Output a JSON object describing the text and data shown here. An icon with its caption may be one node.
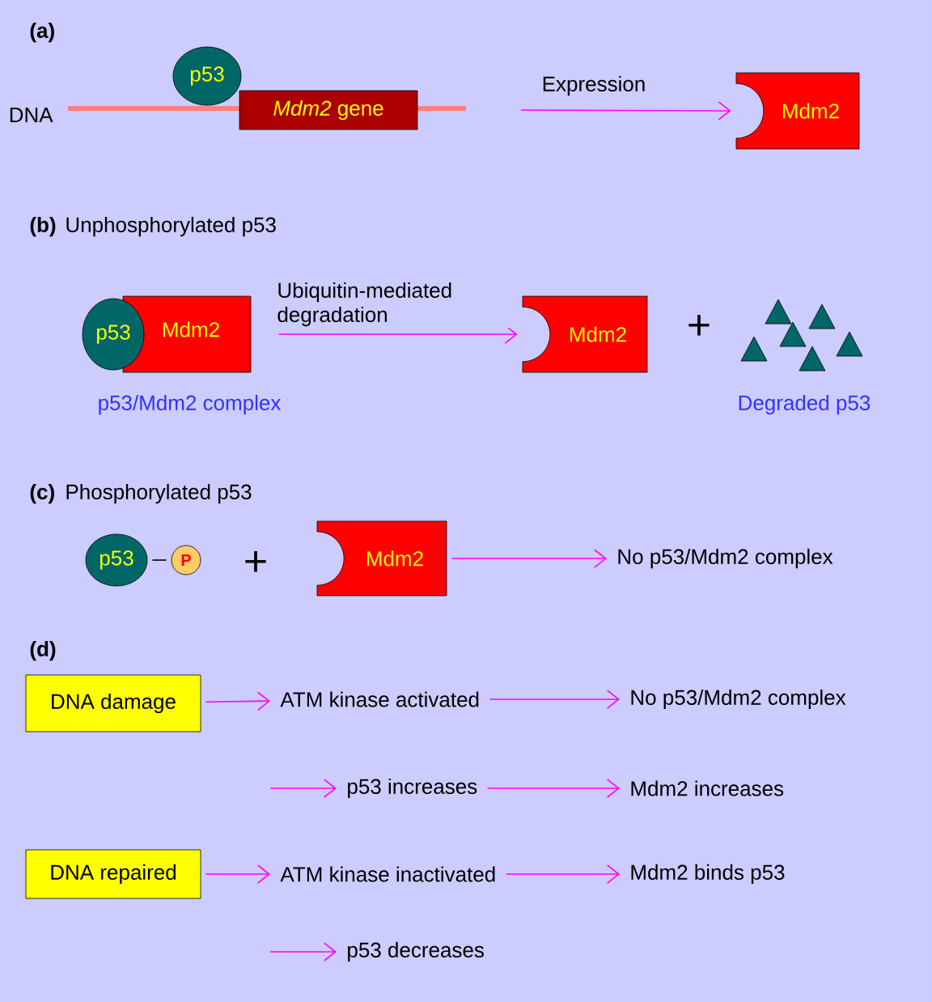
{
  "diagram": {
    "nodes": [
      {
        "text": [
          "p53"
        ]
      },
      {
        "text": [
          "*Mdm2* gene"
        ]
      },
      {
        "text": [
          "Mdm2"
        ]
      },
      {
        "text": [
          "p53",
          "Mdm2"
        ],
        "beside": [
          "p53/Mdm2 complex"
        ]
      },
      {
        "text": [
          "Mdm2"
        ]
      },
      {
        "text": [],
        "shape": "triangle",
        "beside": [
          "Degraded p53"
        ]
      },
      {
        "text": [
          "p53"
        ]
      },
      {
        "text": [
          "P"
        ]
      },
      {
        "text": [
          "Mdm2"
        ]
      },
      {
        "text": [
          "No p53/Mdm2 complex"
        ]
      },
      {
        "text": [
          "DNA damage"
        ]
      },
      {
        "text": [
          "ATM kinase activated"
        ]
      },
      {
        "text": [
          "No p53/Mdm2 complex"
        ]
      },
      {
        "text": [
          "p53 increases"
        ]
      },
      {
        "text": [
          "Mdm2 increases"
        ]
      },
      {
        "text": [
          "DNA repaired"
        ]
      },
      {
        "text": [
          "ATM kinase inactivated"
        ]
      },
      {
        "text": [
          "Mdm2 binds p53"
        ]
      },
      {
        "text": [
          "p53 decreases"
        ]
      }
    ],
    "edges": [
      {
        "from": null,
        "to": 2,
        "arrow": "to",
        "label": "Expression"
      },
      {
        "from": 3,
        "to": 4,
        "arrow": "to",
        "label": "Ubiquitin-mediated degradation"
      },
      {
        "from": 6,
        "to": 7,
        "arrow": "none",
        "color": "#000000"
      },
      {
        "from": 8,
        "to": 9,
        "arrow": "to"
      },
      {
        "from": 10,
        "to": 11,
        "arrow": "to"
      },
      {
        "from": 11,
        "to": 12,
        "arrow": "to"
      },
      {
        "from": null,
        "to": 13,
        "arrow": "to"
      },
      {
        "from": 13,
        "to": 14,
        "arrow": "to"
      },
      {
        "from": 15,
        "to": 16,
        "arrow": "to"
      },
      {
        "from": 16,
        "to": 17,
        "arrow": "to"
      },
      {
        "from": null,
        "to": 18,
        "arrow": "to"
      }
    ],
    "labels": [
      "(a)",
      "DNA",
      "(b)",
      "Unphosphorylated p53",
      "+",
      "(c)",
      "Phosphorylated p53",
      "+",
      "(d)"
    ]
  }
}
